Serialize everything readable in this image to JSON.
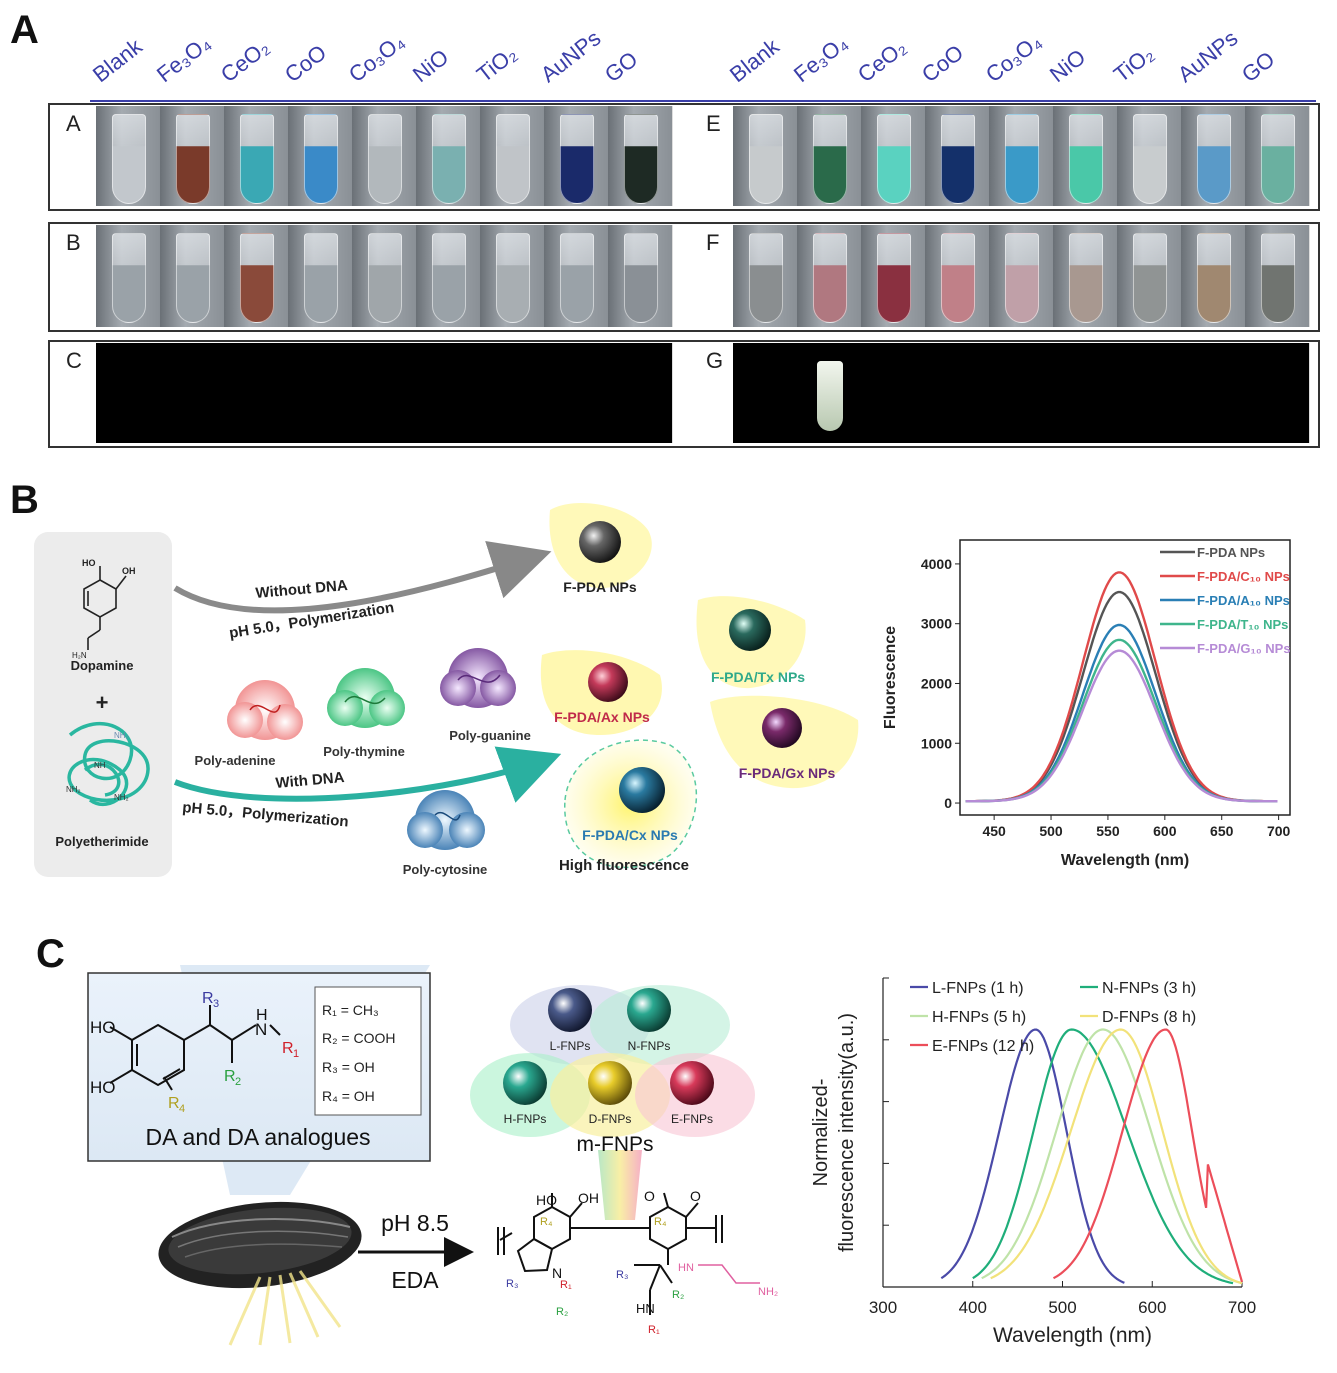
{
  "panels": {
    "A": "A",
    "B": "B",
    "C": "C"
  },
  "panelA": {
    "columns": [
      "Blank",
      "Fe₃O₄",
      "CeO₂",
      "CoO",
      "Co₃O₄",
      "NiO",
      "TiO₂",
      "AuNPs",
      "GO"
    ],
    "rows_left": [
      "A",
      "B",
      "C"
    ],
    "rows_right": [
      "E",
      "F",
      "G"
    ]
  },
  "panelB": {
    "monomer": "Dopamine",
    "plus": "+",
    "polymer": "Polyetherimide",
    "without_dna": "Without DNA",
    "cond_top": "pH 5.0，Polymerization",
    "with_dna": "With DNA",
    "cond_bottom": "pH 5.0，Polymerization",
    "poly_adenine": "Poly-adenine",
    "poly_thymine": "Poly-thymine",
    "poly_guanine": "Poly-guanine",
    "poly_cytosine": "Poly-cytosine",
    "np_fpda": "F-PDA NPs",
    "np_ax": "F-PDA/Ax NPs",
    "np_tx": "F-PDA/Tx NPs",
    "np_gx": "F-PDA/Gx NPs",
    "np_cx": "F-PDA/Cx NPs",
    "high_fl": "High fluorescence"
  },
  "panelC": {
    "legend": [
      "R₁ = CH₃",
      "R₂ = COOH",
      "R₃ = OH",
      "R₄ = OH"
    ],
    "box_title": "DA and DA analogues",
    "cond1": "pH 8.5",
    "cond2": "EDA",
    "mfnps": "m-FNPs",
    "np_labels": [
      "L-FNPs",
      "N-FNPs",
      "H-FNPs",
      "D-FNPs",
      "E-FNPs"
    ]
  },
  "chart_data": [
    {
      "type": "line",
      "title": "",
      "xlabel": "Wavelength (nm)",
      "ylabel": "Fluorescence",
      "xlim": [
        420,
        710
      ],
      "ylim": [
        -200,
        4400
      ],
      "xticks": [
        450,
        500,
        550,
        600,
        650,
        700
      ],
      "yticks": [
        0,
        1000,
        2000,
        3000,
        4000
      ],
      "legend_position": "top-right",
      "series": [
        {
          "name": "F-PDA NPs",
          "color": "#555555",
          "peak_x": 560,
          "peak_y": 3500
        },
        {
          "name": "F-PDA/C₁₀ NPs",
          "color": "#e04a4a",
          "peak_x": 560,
          "peak_y": 3830
        },
        {
          "name": "F-PDA/A₁₀ NPs",
          "color": "#2a7fb5",
          "peak_x": 560,
          "peak_y": 2950
        },
        {
          "name": "F-PDA/T₁₀ NPs",
          "color": "#3fb58c",
          "peak_x": 560,
          "peak_y": 2700
        },
        {
          "name": "F-PDA/G₁₀ NPs",
          "color": "#b68bd6",
          "peak_x": 560,
          "peak_y": 2520
        }
      ]
    },
    {
      "type": "line",
      "title": "",
      "xlabel": "Wavelength (nm)",
      "ylabel": "Normalized-\nfluorescence intensity(a.u.)",
      "xlim": [
        300,
        700
      ],
      "ylim": [
        0,
        1.2
      ],
      "xticks": [
        300,
        400,
        500,
        600,
        700
      ],
      "legend_position": "top",
      "series": [
        {
          "name": "L-FNPs (1 h)",
          "color": "#4a4aa8",
          "peak_x": 470,
          "start_x": 365,
          "end_x": 570
        },
        {
          "name": "N-FNPs (3 h)",
          "color": "#1fae7a",
          "peak_x": 510,
          "start_x": 400,
          "end_x": 690
        },
        {
          "name": "H-FNPs (5 h)",
          "color": "#bfe3a8",
          "peak_x": 545,
          "start_x": 410,
          "end_x": 700
        },
        {
          "name": "D-FNPs (8 h)",
          "color": "#f2e27a",
          "peak_x": 565,
          "start_x": 420,
          "end_x": 700
        },
        {
          "name": "E-FNPs (12 h)",
          "color": "#ec4e5a",
          "peak_x": 615,
          "start_x": 490,
          "end_x": 700
        }
      ]
    }
  ]
}
